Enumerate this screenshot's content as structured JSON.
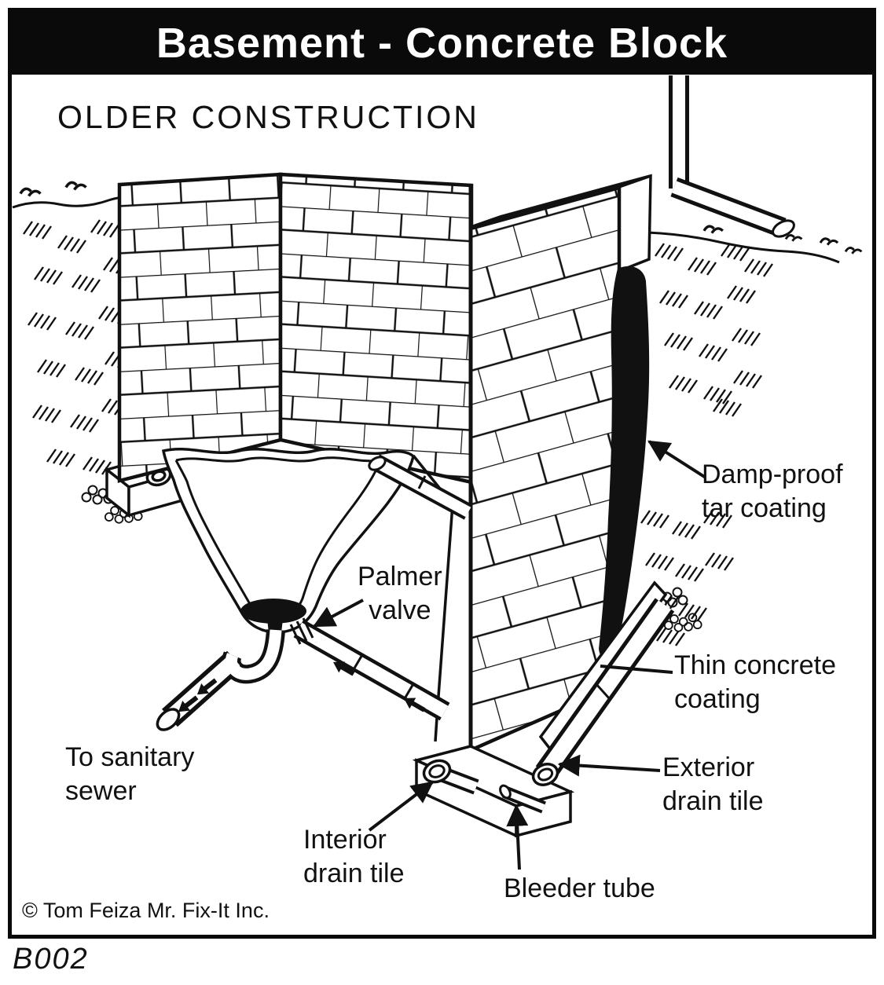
{
  "header": {
    "title": "Basement - Concrete Block"
  },
  "diagram": {
    "subtitle": "OLDER CONSTRUCTION",
    "labels": [
      {
        "id": "damp-proof-tar-coating",
        "lines": [
          "Damp-proof",
          "tar coating"
        ]
      },
      {
        "id": "palmer-valve",
        "lines": [
          "Palmer",
          "valve"
        ]
      },
      {
        "id": "thin-concrete-coating",
        "lines": [
          "Thin concrete",
          "coating"
        ]
      },
      {
        "id": "to-sanitary-sewer",
        "lines": [
          "To sanitary",
          "sewer"
        ]
      },
      {
        "id": "exterior-drain-tile",
        "lines": [
          "Exterior",
          "drain tile"
        ]
      },
      {
        "id": "interior-drain-tile",
        "lines": [
          "Interior",
          "drain tile"
        ]
      },
      {
        "id": "bleeder-tube",
        "lines": [
          "Bleeder tube"
        ]
      }
    ],
    "colors": {
      "ink": "#111111",
      "paper": "#ffffff",
      "title_bg": "#000000",
      "title_fg": "#ffffff"
    }
  },
  "footer": {
    "copyright": "© Tom Feiza Mr. Fix-It Inc.",
    "figure_id": "B002"
  }
}
